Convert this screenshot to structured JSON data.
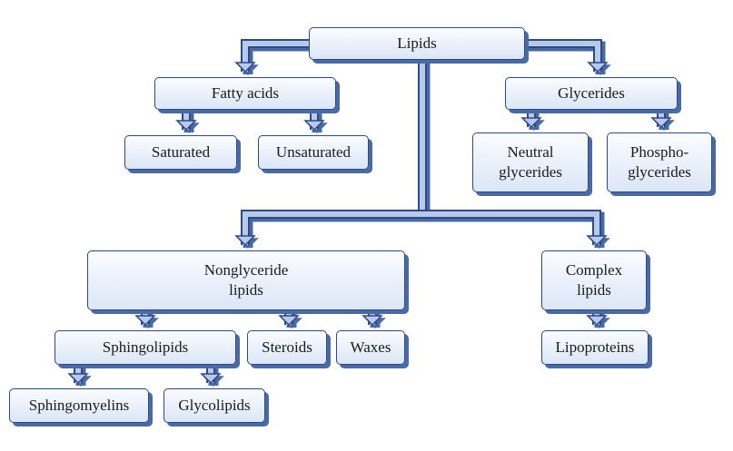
{
  "diagram": {
    "nodes": {
      "lipids": [
        "Lipids"
      ],
      "fatty_acids": [
        "Fatty acids"
      ],
      "glycerides": [
        "Glycerides"
      ],
      "saturated": [
        "Saturated"
      ],
      "unsaturated": [
        "Unsaturated"
      ],
      "neutral_glycerides": [
        "Neutral",
        "glycerides"
      ],
      "phosphoglycerides": [
        "Phospho-",
        "glycerides"
      ],
      "nonglyceride_lipids": [
        "Nonglyceride",
        "lipids"
      ],
      "complex_lipids": [
        "Complex",
        "lipids"
      ],
      "sphingolipids": [
        "Sphingolipids"
      ],
      "steroids": [
        "Steroids"
      ],
      "waxes": [
        "Waxes"
      ],
      "lipoproteins": [
        "Lipoproteins"
      ],
      "sphingomyelins": [
        "Sphingomyelins"
      ],
      "glycolipids": [
        "Glycolipids"
      ]
    },
    "edges": [
      [
        "lipids",
        "fatty_acids"
      ],
      [
        "lipids",
        "glycerides"
      ],
      [
        "lipids",
        "nonglyceride_lipids"
      ],
      [
        "lipids",
        "complex_lipids"
      ],
      [
        "fatty_acids",
        "saturated"
      ],
      [
        "fatty_acids",
        "unsaturated"
      ],
      [
        "glycerides",
        "neutral_glycerides"
      ],
      [
        "glycerides",
        "phosphoglycerides"
      ],
      [
        "nonglyceride_lipids",
        "sphingolipids"
      ],
      [
        "nonglyceride_lipids",
        "steroids"
      ],
      [
        "nonglyceride_lipids",
        "waxes"
      ],
      [
        "complex_lipids",
        "lipoproteins"
      ],
      [
        "sphingolipids",
        "sphingomyelins"
      ],
      [
        "sphingolipids",
        "glycolipids"
      ]
    ],
    "colors": {
      "border": "#2c4a86",
      "fill_top": "#fbfcff",
      "fill_bottom": "#dbe6f7",
      "shadow": "#4a6aa6",
      "connector_fill": "#b8c9ec",
      "connector_stroke": "#2c4a86"
    }
  }
}
